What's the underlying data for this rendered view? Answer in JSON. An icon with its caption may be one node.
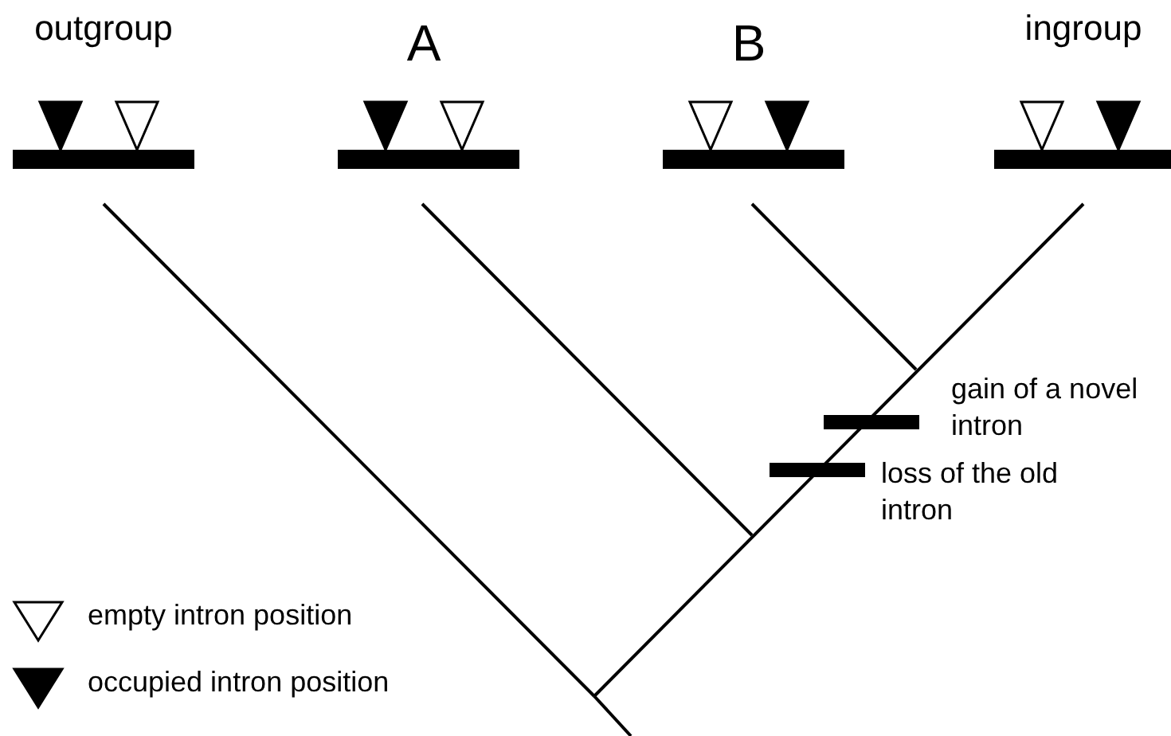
{
  "diagram": {
    "nodes": [
      {
        "text": [
          "outgroup"
        ]
      },
      {
        "text": [
          "A"
        ]
      },
      {
        "text": [
          "B"
        ]
      },
      {
        "text": [
          "ingroup"
        ]
      }
    ],
    "labels": [
      "gain of a novel intron",
      "loss of the old intron"
    ],
    "legend": [
      {
        "text": "empty intron position"
      },
      {
        "text": "occupied intron position"
      }
    ]
  }
}
